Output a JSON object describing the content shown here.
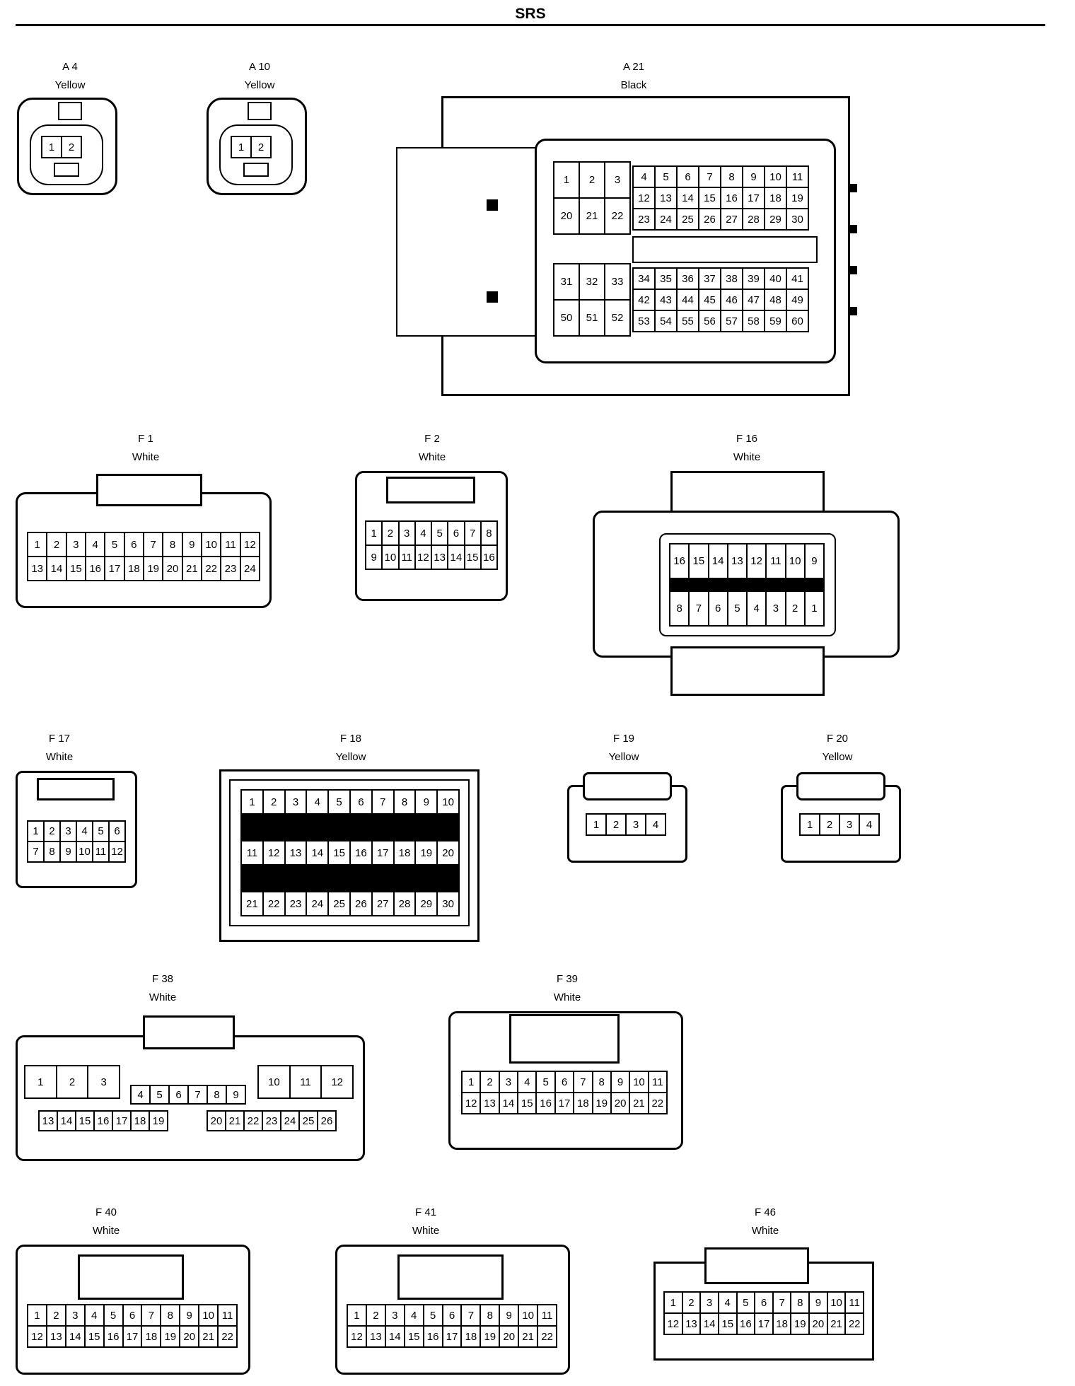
{
  "page": {
    "title": "SRS"
  },
  "connectors": [
    {
      "key": "a4",
      "id": "A 4",
      "color": "Yellow",
      "rows": [
        [
          "1",
          "2"
        ]
      ]
    },
    {
      "key": "a10",
      "id": "A 10",
      "color": "Yellow",
      "rows": [
        [
          "1",
          "2"
        ]
      ]
    },
    {
      "key": "a21",
      "id": "A 21",
      "color": "Black",
      "blocks": [
        {
          "rows": [
            [
              "1",
              "2",
              "3"
            ],
            [
              "20",
              "21",
              "22"
            ]
          ]
        },
        {
          "rows": [
            [
              "4",
              "5",
              "6",
              "7",
              "8",
              "9",
              "10",
              "11"
            ],
            [
              "12",
              "13",
              "14",
              "15",
              "16",
              "17",
              "18",
              "19"
            ],
            [
              "23",
              "24",
              "25",
              "26",
              "27",
              "28",
              "29",
              "30"
            ]
          ]
        },
        {
          "rows": [
            [
              "31",
              "32",
              "33"
            ],
            [
              "50",
              "51",
              "52"
            ]
          ]
        },
        {
          "rows": [
            [
              "34",
              "35",
              "36",
              "37",
              "38",
              "39",
              "40",
              "41"
            ],
            [
              "42",
              "43",
              "44",
              "45",
              "46",
              "47",
              "48",
              "49"
            ],
            [
              "53",
              "54",
              "55",
              "56",
              "57",
              "58",
              "59",
              "60"
            ]
          ]
        }
      ]
    },
    {
      "key": "f1",
      "id": "F 1",
      "color": "White",
      "rows": [
        [
          "1",
          "2",
          "3",
          "4",
          "5",
          "6",
          "7",
          "8",
          "9",
          "10",
          "11",
          "12"
        ],
        [
          "13",
          "14",
          "15",
          "16",
          "17",
          "18",
          "19",
          "20",
          "21",
          "22",
          "23",
          "24"
        ]
      ]
    },
    {
      "key": "f2",
      "id": "F 2",
      "color": "White",
      "rows": [
        [
          "1",
          "2",
          "3",
          "4",
          "5",
          "6",
          "7",
          "8"
        ],
        [
          "9",
          "10",
          "11",
          "12",
          "13",
          "14",
          "15",
          "16"
        ]
      ]
    },
    {
      "key": "f16",
      "id": "F 16",
      "color": "White",
      "rows": [
        [
          "16",
          "15",
          "14",
          "13",
          "12",
          "11",
          "10",
          "9"
        ],
        [
          "8",
          "7",
          "6",
          "5",
          "4",
          "3",
          "2",
          "1"
        ]
      ]
    },
    {
      "key": "f17",
      "id": "F 17",
      "color": "White",
      "rows": [
        [
          "1",
          "2",
          "3",
          "4",
          "5",
          "6"
        ],
        [
          "7",
          "8",
          "9",
          "10",
          "11",
          "12"
        ]
      ]
    },
    {
      "key": "f18",
      "id": "F 18",
      "color": "Yellow",
      "rows": [
        [
          "1",
          "2",
          "3",
          "4",
          "5",
          "6",
          "7",
          "8",
          "9",
          "10"
        ],
        [
          "11",
          "12",
          "13",
          "14",
          "15",
          "16",
          "17",
          "18",
          "19",
          "20"
        ],
        [
          "21",
          "22",
          "23",
          "24",
          "25",
          "26",
          "27",
          "28",
          "29",
          "30"
        ]
      ]
    },
    {
      "key": "f19",
      "id": "F 19",
      "color": "Yellow",
      "rows": [
        [
          "1",
          "2",
          "3",
          "4"
        ]
      ]
    },
    {
      "key": "f20",
      "id": "F 20",
      "color": "Yellow",
      "rows": [
        [
          "1",
          "2",
          "3",
          "4"
        ]
      ]
    },
    {
      "key": "f38",
      "id": "F 38",
      "color": "White",
      "blocks": [
        {
          "rows": [
            [
              "1",
              "2",
              "3"
            ]
          ]
        },
        {
          "rows": [
            [
              "10",
              "11",
              "12"
            ]
          ]
        },
        {
          "rows": [
            [
              "4",
              "5",
              "6",
              "7",
              "8",
              "9"
            ]
          ]
        },
        {
          "rows": [
            [
              "13",
              "14",
              "15",
              "16",
              "17",
              "18",
              "19"
            ]
          ]
        },
        {
          "rows": [
            [
              "20",
              "21",
              "22",
              "23",
              "24",
              "25",
              "26"
            ]
          ]
        }
      ]
    },
    {
      "key": "f39",
      "id": "F 39",
      "color": "White",
      "rows": [
        [
          "1",
          "2",
          "3",
          "4",
          "5",
          "6",
          "7",
          "8",
          "9",
          "10",
          "11"
        ],
        [
          "12",
          "13",
          "14",
          "15",
          "16",
          "17",
          "18",
          "19",
          "20",
          "21",
          "22"
        ]
      ]
    },
    {
      "key": "f40",
      "id": "F 40",
      "color": "White",
      "rows": [
        [
          "1",
          "2",
          "3",
          "4",
          "5",
          "6",
          "7",
          "8",
          "9",
          "10",
          "11"
        ],
        [
          "12",
          "13",
          "14",
          "15",
          "16",
          "17",
          "18",
          "19",
          "20",
          "21",
          "22"
        ]
      ]
    },
    {
      "key": "f41",
      "id": "F 41",
      "color": "White",
      "rows": [
        [
          "1",
          "2",
          "3",
          "4",
          "5",
          "6",
          "7",
          "8",
          "9",
          "10",
          "11"
        ],
        [
          "12",
          "13",
          "14",
          "15",
          "16",
          "17",
          "18",
          "19",
          "20",
          "21",
          "22"
        ]
      ]
    },
    {
      "key": "f46",
      "id": "F 46",
      "color": "White",
      "rows": [
        [
          "1",
          "2",
          "3",
          "4",
          "5",
          "6",
          "7",
          "8",
          "9",
          "10",
          "11"
        ],
        [
          "12",
          "13",
          "14",
          "15",
          "16",
          "17",
          "18",
          "19",
          "20",
          "21",
          "22"
        ]
      ]
    }
  ]
}
